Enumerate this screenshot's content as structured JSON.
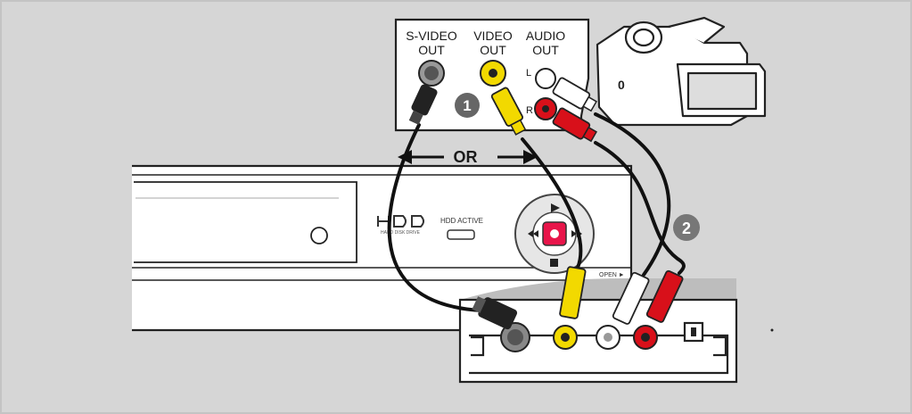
{
  "camcorder_panel": {
    "svideo": {
      "line1": "S-VIDEO",
      "line2": "OUT"
    },
    "video": {
      "line1": "VIDEO",
      "line2": "OUT"
    },
    "audio": {
      "line1": "AUDIO",
      "line2": "OUT"
    },
    "audio_left": "L",
    "audio_right": "R"
  },
  "steps": {
    "step1": "1",
    "step2": "2"
  },
  "or_label": "OR",
  "recorder": {
    "hdd_logo": "HDD",
    "hdd_tagline": "HARD DISK DRIVE",
    "hdd_active": "HDD ACTIVE",
    "open_label": "OPEN ►"
  },
  "colors": {
    "background": "#d4d4d4",
    "video_yellow": "#f2d900",
    "audio_red": "#d8101a",
    "audio_white": "#ffffff",
    "record_red": "#e8154a"
  }
}
